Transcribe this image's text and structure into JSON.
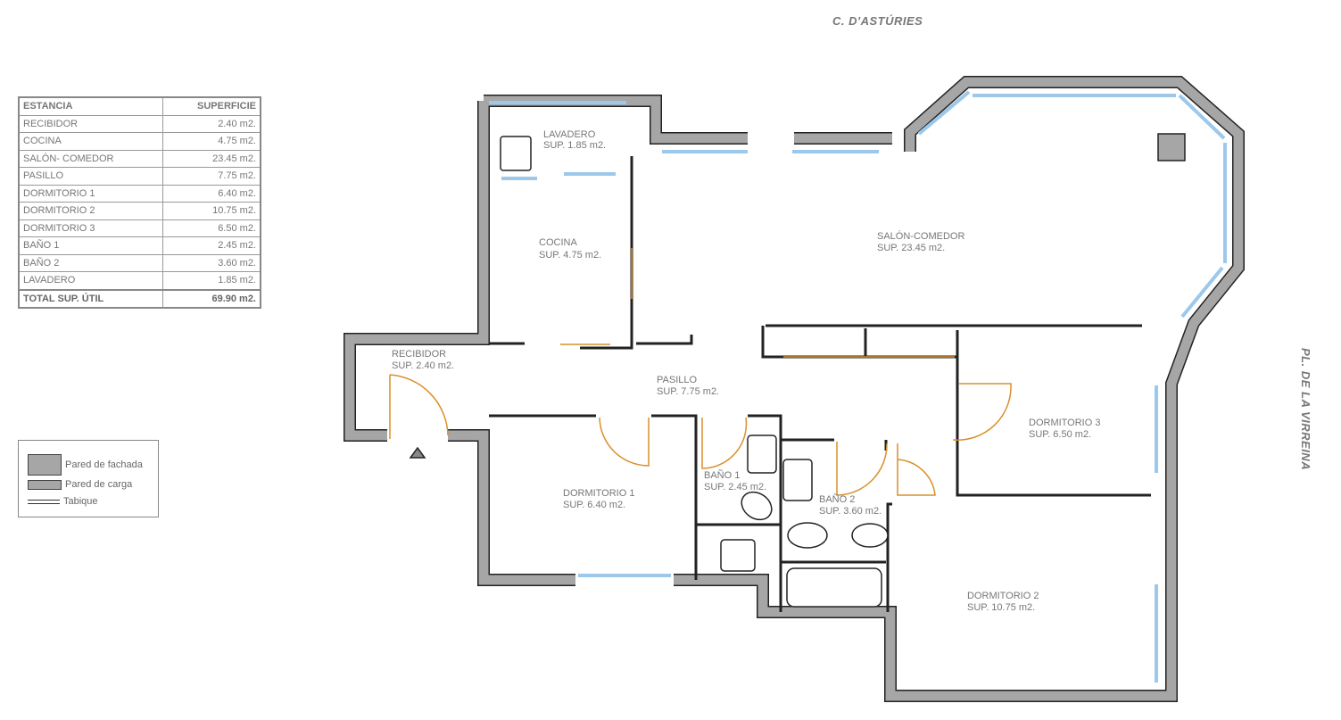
{
  "streets": {
    "top": "C. D'ASTÚRIES",
    "right": "PL. DE LA VIRREINA"
  },
  "table": {
    "headers": [
      "ESTANCIA",
      "SUPERFICIE"
    ],
    "rows": [
      [
        "RECIBIDOR",
        "2.40 m2."
      ],
      [
        "COCINA",
        "4.75 m2."
      ],
      [
        "SALÓN- COMEDOR",
        "23.45 m2."
      ],
      [
        "PASILLO",
        "7.75 m2."
      ],
      [
        "DORMITORIO 1",
        "6.40 m2."
      ],
      [
        "DORMITORIO 2",
        "10.75 m2."
      ],
      [
        "DORMITORIO 3",
        "6.50 m2."
      ],
      [
        "BAÑO 1",
        "2.45 m2."
      ],
      [
        "BAÑO 2",
        "3.60 m2."
      ],
      [
        "LAVADERO",
        "1.85 m2."
      ]
    ],
    "total": [
      "TOTAL SUP. ÚTIL",
      "69.90 m2."
    ]
  },
  "legend": {
    "fachada": "Pared de fachada",
    "carga": "Pared de carga",
    "tabique": "Tabique"
  },
  "rooms": {
    "lavadero": {
      "name": "LAVADERO",
      "sup": "SUP. 1.85 m2."
    },
    "cocina": {
      "name": "COCINA",
      "sup": "SUP. 4.75 m2."
    },
    "salon": {
      "name": "SALÓN-COMEDOR",
      "sup": "SUP. 23.45 m2."
    },
    "recibidor": {
      "name": "RECIBIDOR",
      "sup": "SUP. 2.40 m2."
    },
    "pasillo": {
      "name": "PASILLO",
      "sup": "SUP. 7.75 m2."
    },
    "dorm1": {
      "name": "DORMITORIO 1",
      "sup": "SUP. 6.40 m2."
    },
    "dorm2": {
      "name": "DORMITORIO 2",
      "sup": "SUP. 10.75 m2."
    },
    "dorm3": {
      "name": "DORMITORIO 3",
      "sup": "SUP. 6.50 m2."
    },
    "bano1": {
      "name": "BAÑO 1",
      "sup": "SUP. 2.45 m2."
    },
    "bano2": {
      "name": "BAÑO 2",
      "sup": "SUP. 3.60 m2."
    }
  },
  "colors": {
    "wall": "#a6a6a6",
    "window": "#9cc8ec",
    "door": "#d9902a"
  }
}
